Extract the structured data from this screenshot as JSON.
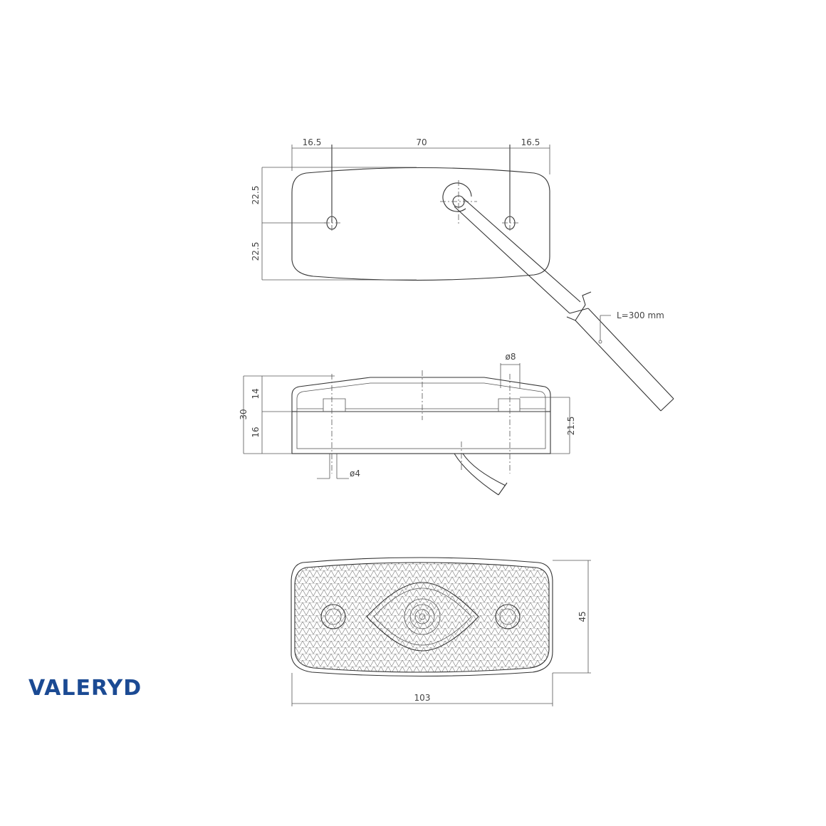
{
  "brand": {
    "logo_text": "VALERYD",
    "color": "#1b4a93"
  },
  "top_view": {
    "dims": {
      "left_offset": "16.5",
      "hole_spacing": "70",
      "right_offset": "16.5",
      "upper_half": "22.5",
      "lower_half": "22.5"
    },
    "cable_label": "L=300 mm"
  },
  "side_view": {
    "dims": {
      "total_height": "30",
      "lens_height": "14",
      "base_height": "16",
      "side_height": "21.5",
      "cable_diameter": "ø8",
      "hole_diameter": "ø4"
    }
  },
  "front_view": {
    "dims": {
      "height": "45",
      "width": "103"
    }
  }
}
